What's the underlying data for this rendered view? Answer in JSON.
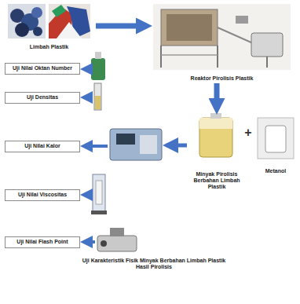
{
  "diagram": {
    "nodes": [
      {
        "text": [
          "Limbah Plastik"
        ]
      },
      {
        "text": [
          "Reaktor Pirolisis Plastik"
        ]
      },
      {
        "text": [
          "Uji Nilai Oktan Number"
        ]
      },
      {
        "text": [
          "Uji Densitas"
        ]
      },
      {
        "text": [
          "Uji Nilai Kalor"
        ]
      },
      {
        "text": [
          "Minyak Pirolisis Berbahan Limbah Plastik"
        ]
      },
      {
        "text": [
          "Metanol"
        ]
      },
      {
        "text": [
          "Uji Nilai Viscositas"
        ]
      },
      {
        "text": [
          "Uji Nilai Flash Point"
        ]
      }
    ],
    "edges": [
      {
        "from": 0,
        "to": 1,
        "arrow": "to"
      },
      {
        "from": 1,
        "to": 5,
        "arrow": "to"
      }
    ],
    "labels": [
      "+",
      "Uji Karakteristik Fisik Minyak Berbahan Limbah Plastik Hasil Pirolisis"
    ]
  }
}
